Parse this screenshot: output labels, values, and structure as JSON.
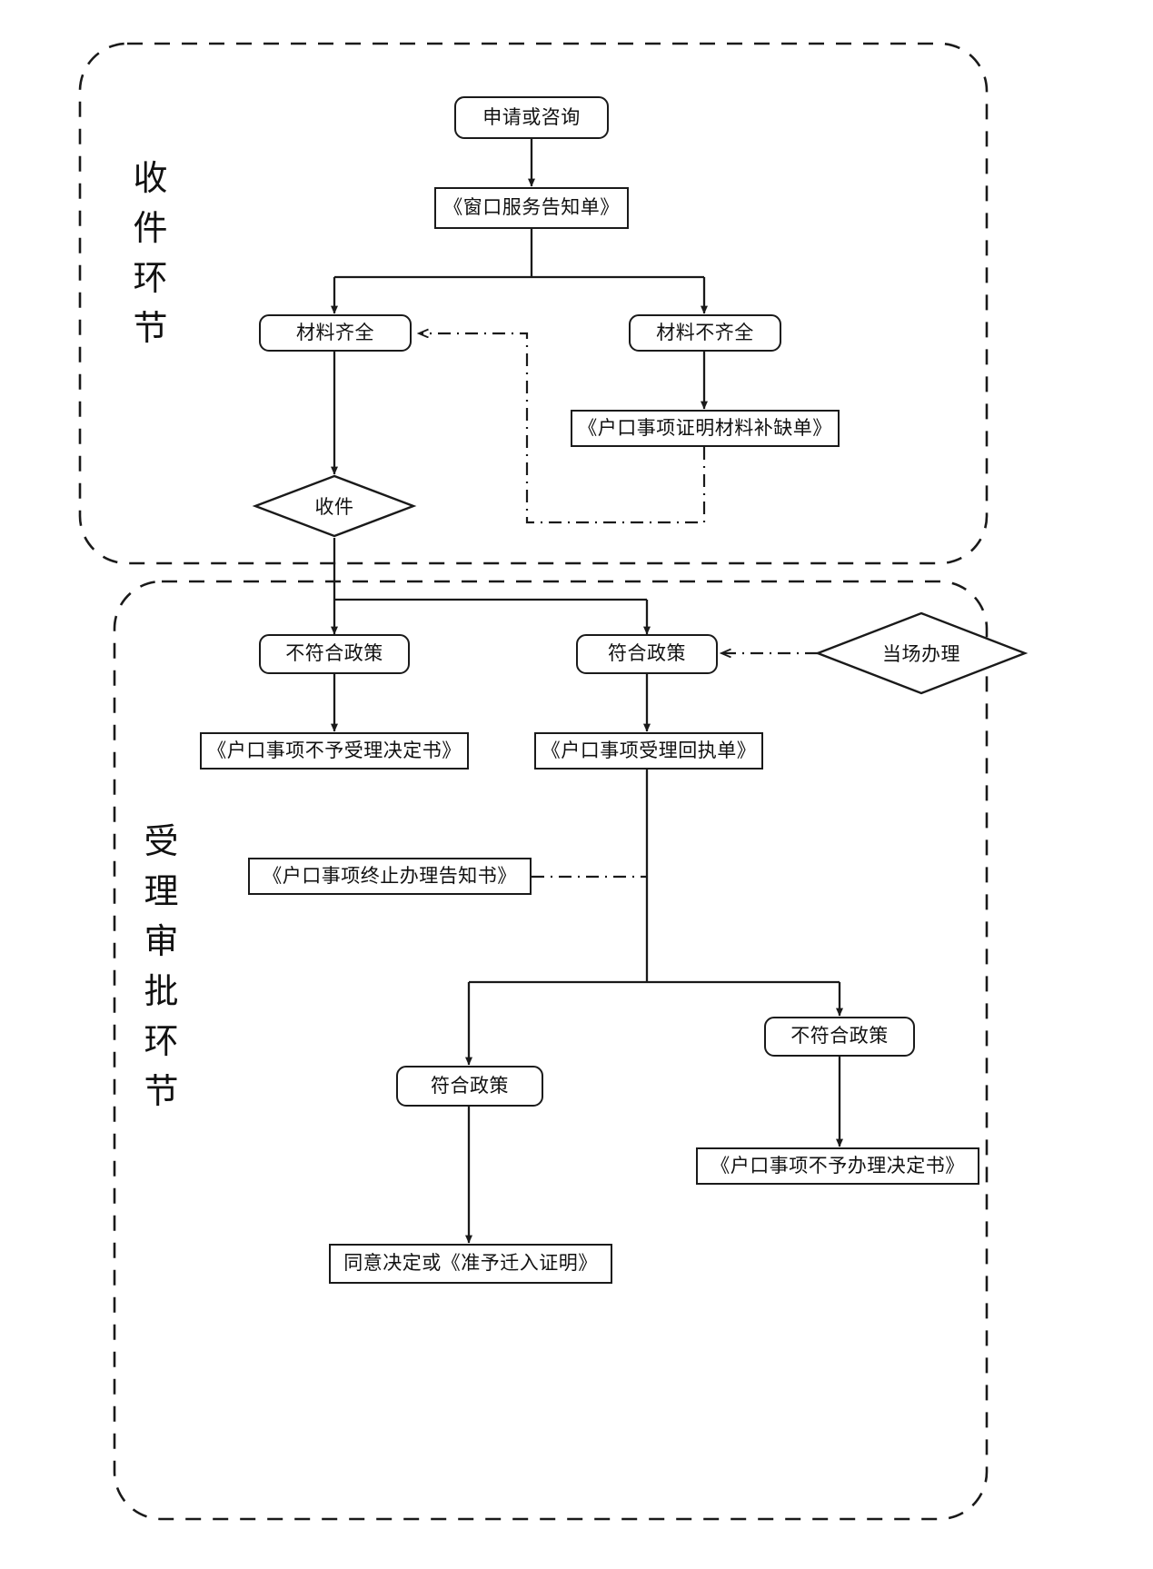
{
  "diagram": {
    "title_sections": [
      {
        "id": "intake",
        "label_chars": [
          "收",
          "件",
          "环",
          "节"
        ],
        "label": "收件环节"
      },
      {
        "id": "approval",
        "label_chars": [
          "受",
          "理",
          "审",
          "批",
          "环",
          "节"
        ],
        "label": "受理审批环节"
      }
    ],
    "nodes": [
      {
        "id": "apply",
        "label": "申请或咨询",
        "shape": "rounded"
      },
      {
        "id": "window_notice",
        "label": "《窗口服务告知单》",
        "shape": "rect"
      },
      {
        "id": "docs_complete",
        "label": "材料齐全",
        "shape": "rounded"
      },
      {
        "id": "docs_incomplete",
        "label": "材料不齐全",
        "shape": "rounded"
      },
      {
        "id": "missing_list",
        "label": "《户口事项证明材料补缺单》",
        "shape": "rect"
      },
      {
        "id": "receive",
        "label": "收件",
        "shape": "diamond"
      },
      {
        "id": "not_policy_1",
        "label": "不符合政策",
        "shape": "rounded"
      },
      {
        "id": "policy_1",
        "label": "符合政策",
        "shape": "rounded"
      },
      {
        "id": "onsite",
        "label": "当场办理",
        "shape": "diamond"
      },
      {
        "id": "reject_accept",
        "label": "《户口事项不予受理决定书》",
        "shape": "rect"
      },
      {
        "id": "accept_receipt",
        "label": "《户口事项受理回执单》",
        "shape": "rect"
      },
      {
        "id": "terminate_notice",
        "label": "《户口事项终止办理告知书》",
        "shape": "rect"
      },
      {
        "id": "not_policy_2",
        "label": "不符合政策",
        "shape": "rounded"
      },
      {
        "id": "policy_2",
        "label": "符合政策",
        "shape": "rounded"
      },
      {
        "id": "reject_handle",
        "label": "《户口事项不予办理决定书》",
        "shape": "rect"
      },
      {
        "id": "approve",
        "label": "同意决定或《准予迁入证明》",
        "shape": "rect"
      }
    ],
    "colors": {
      "stroke": "#1a1a1a",
      "background": "#ffffff",
      "text": "#111111"
    },
    "line_styles": {
      "solid": "solid arrow",
      "dash_dot": "dash-dot connector"
    }
  }
}
